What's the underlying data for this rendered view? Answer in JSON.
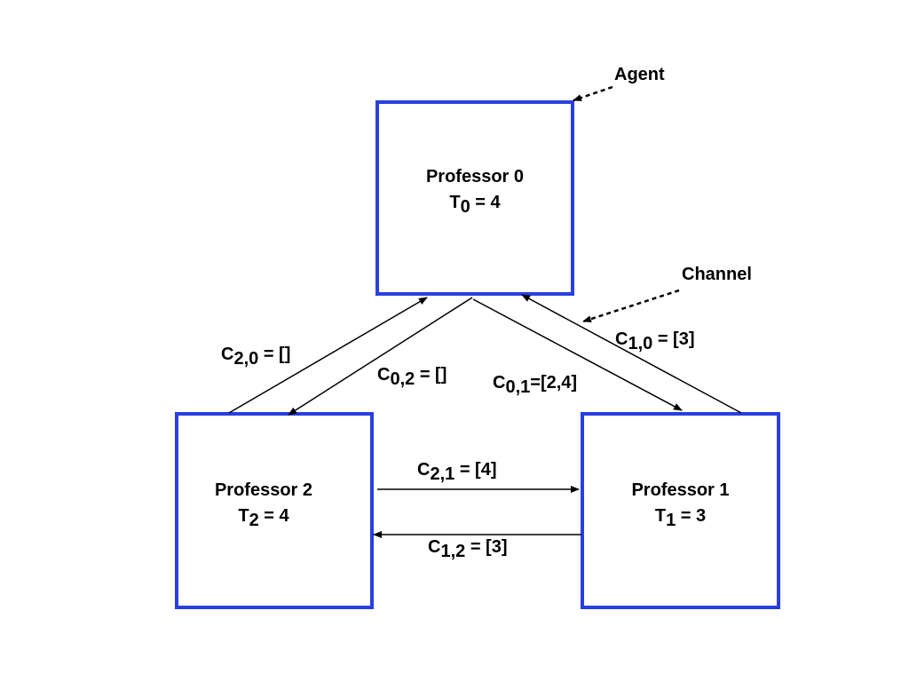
{
  "colors": {
    "box_border": "#2a3fe0",
    "line": "#000000",
    "text": "#000000"
  },
  "annotations": {
    "agent": "Agent",
    "channel": "Channel"
  },
  "nodes": [
    {
      "title": "Professor 0",
      "var": "T",
      "sub": "0",
      "value": " = 4"
    },
    {
      "title": "Professor 1",
      "var": "T",
      "sub": "1",
      "value": " = 3"
    },
    {
      "title": "Professor 2",
      "var": "T",
      "sub": "2",
      "value": " = 4"
    }
  ],
  "channels": {
    "c20": {
      "var": "C",
      "sub": "2,0",
      "value": " = []"
    },
    "c02": {
      "var": "C",
      "sub": "0,2",
      "value": " = []"
    },
    "c01": {
      "var": "C",
      "sub": "0,1",
      "value": "=[2,4]"
    },
    "c10": {
      "var": "C",
      "sub": "1,0",
      "value": " = [3]"
    },
    "c21": {
      "var": "C",
      "sub": "2,1",
      "value": " = [4]"
    },
    "c12": {
      "var": "C",
      "sub": "1,2",
      "value": " = [3]"
    }
  }
}
